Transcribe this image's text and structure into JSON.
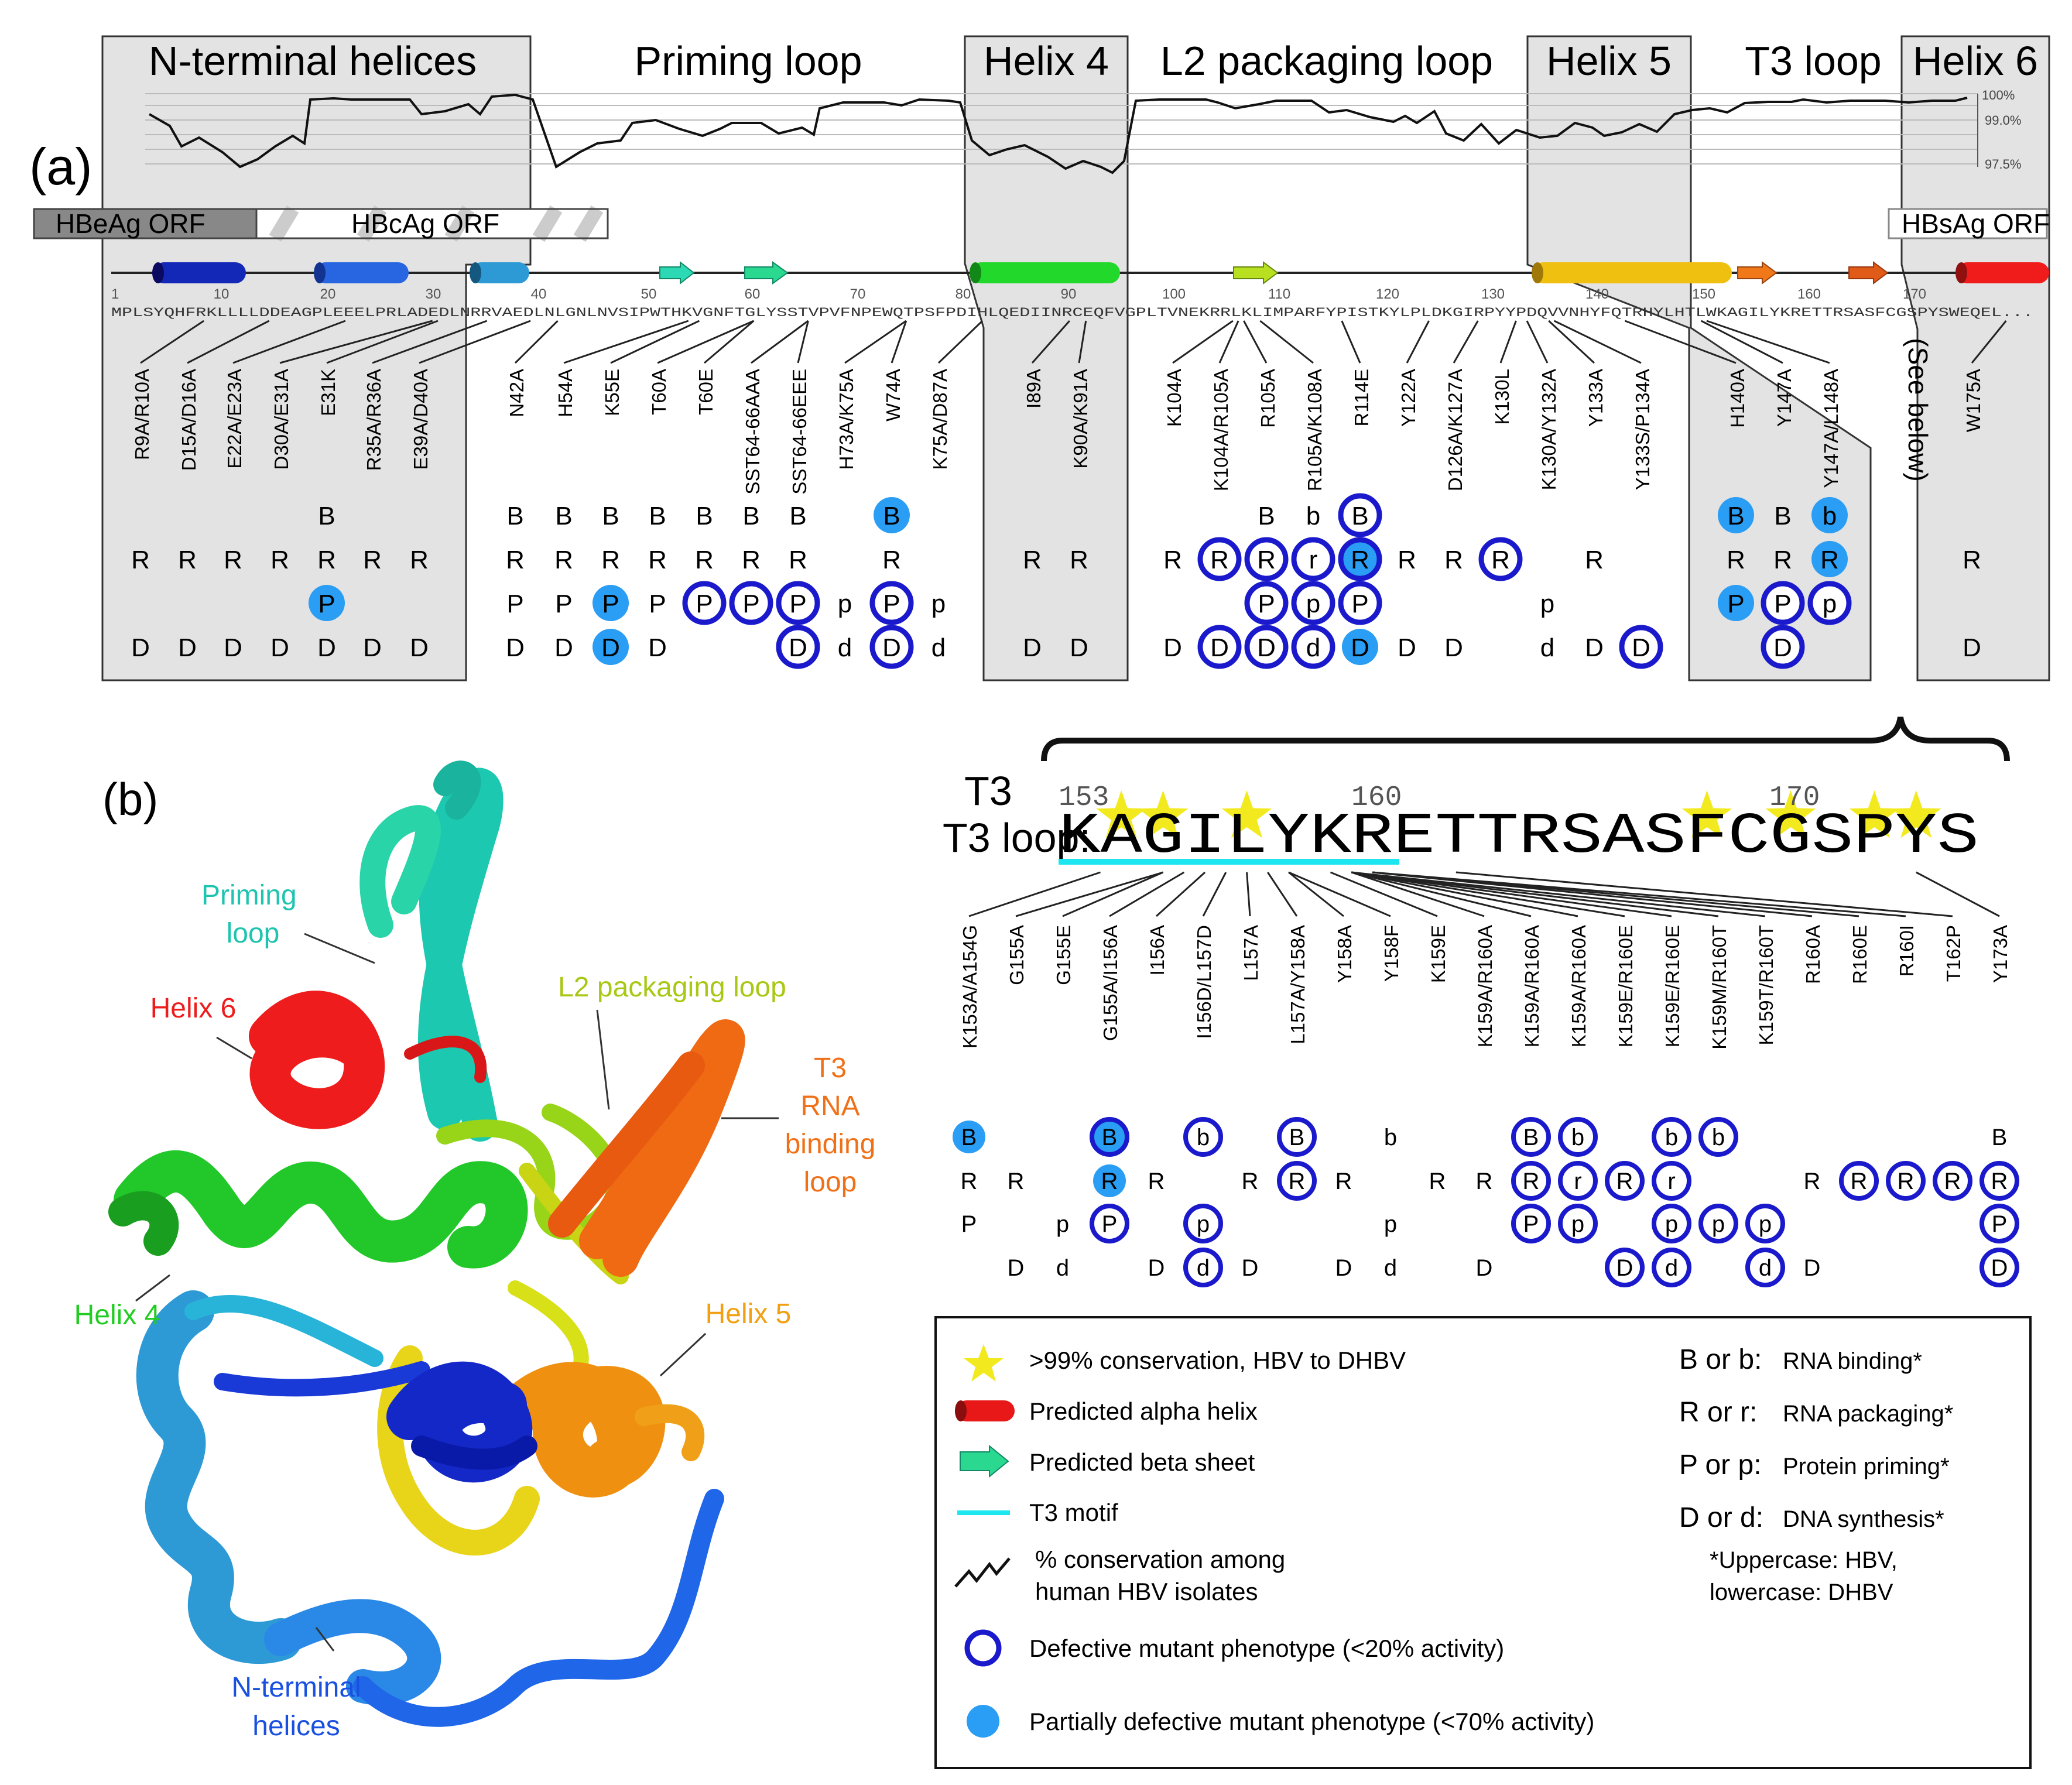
{
  "panel_a": {
    "label": "(a)",
    "regions": [
      {
        "name": "N-terminal helices",
        "shaded": true
      },
      {
        "name": "Priming loop",
        "shaded": false
      },
      {
        "name": "Helix 4",
        "shaded": true
      },
      {
        "name": "L2 packaging loop",
        "shaded": false
      },
      {
        "name": "Helix 5",
        "shaded": true
      },
      {
        "name": "T3 loop",
        "shaded": false
      },
      {
        "name": "Helix 6",
        "shaded": true
      }
    ],
    "conservation_axis": [
      "100%",
      "99.0%",
      "97.5%"
    ],
    "orfs": [
      "HBeAg ORF",
      "HBcAg ORF",
      "HBsAg ORF"
    ],
    "residue_ticks": [
      "1",
      "10",
      "20",
      "30",
      "40",
      "50",
      "60",
      "70",
      "80",
      "90",
      "100",
      "110",
      "120",
      "130",
      "140",
      "150",
      "160",
      "170"
    ],
    "sequence": "MPLSYQHFRKLLLLDDEAGPLEEELPRLADEDLNRRVAEDLNLGNLNVSIPWTHKVGNFTGLYSSTVPVFNPEWQTPSFPDIHLQEDIINRCEQFVGPLTVNEKRRLKLIMPARFYPISTKYLPLDKGIRPYYPDQVVNHYFQTRHYLHTLWKAGILYKRETTRSASFCGSPYSWEQEL...",
    "see_below": "(See below)",
    "mutants": [
      {
        "name": "R9A/R10A",
        "B": null,
        "R": "R",
        "P": null,
        "D": "D"
      },
      {
        "name": "D15A/D16A",
        "B": null,
        "R": "R",
        "P": null,
        "D": "D"
      },
      {
        "name": "E22A/E23A",
        "B": null,
        "R": "R",
        "P": null,
        "D": "D"
      },
      {
        "name": "D30A/E31A",
        "B": null,
        "R": "R",
        "P": null,
        "D": "D"
      },
      {
        "name": "E31K",
        "B": "B",
        "R": "R",
        "P": "P*partial",
        "D": "D"
      },
      {
        "name": "R35A/R36A",
        "B": null,
        "R": "R",
        "P": null,
        "D": "D"
      },
      {
        "name": "E39A/D40A",
        "B": null,
        "R": "R",
        "P": null,
        "D": "D"
      },
      {
        "name": "N42A",
        "B": "B",
        "R": "R",
        "P": "P",
        "D": "D"
      },
      {
        "name": "H54A",
        "B": "B",
        "R": "R",
        "P": "P",
        "D": "D"
      },
      {
        "name": "K55E",
        "B": "B",
        "R": "R",
        "P": "P*partial",
        "D": "D*partial"
      },
      {
        "name": "T60A",
        "B": "B",
        "R": "R",
        "P": "P",
        "D": "D"
      },
      {
        "name": "T60E",
        "B": "B",
        "R": "R",
        "P": "P*defective",
        "D": null
      },
      {
        "name": "SST64-66AAA",
        "B": "B",
        "R": "R",
        "P": "P*defective",
        "D": null
      },
      {
        "name": "SST64-66EEE",
        "B": "B",
        "R": "R",
        "P": "P*defective",
        "D": "D*defective"
      },
      {
        "name": "H73A/K75A",
        "B": null,
        "R": null,
        "P": "p",
        "D": "d"
      },
      {
        "name": "W74A",
        "B": "B*partial",
        "R": "R",
        "P": "P*defective",
        "D": "D*defective"
      },
      {
        "name": "K75A/D87A",
        "B": null,
        "R": null,
        "P": "p",
        "D": "d"
      },
      {
        "name": "I89A",
        "B": null,
        "R": "R",
        "P": null,
        "D": "D"
      },
      {
        "name": "K90A/K91A",
        "B": null,
        "R": "R",
        "P": null,
        "D": "D"
      },
      {
        "name": "K104A",
        "B": null,
        "R": "R",
        "P": null,
        "D": "D"
      },
      {
        "name": "K104A/R105A",
        "B": null,
        "R": "R*defective",
        "P": null,
        "D": "D*defective"
      },
      {
        "name": "R105A",
        "B": "B",
        "R": "R*defective",
        "P": "P*defective",
        "D": "D*defective"
      },
      {
        "name": "R105A/K108A",
        "B": "b",
        "R": "r*defective",
        "P": "p*defective",
        "D": "d*defective"
      },
      {
        "name": "R114E",
        "B": "B*defective",
        "R": "R*both",
        "P": "P*defective",
        "D": "D*partial"
      },
      {
        "name": "Y122A",
        "B": null,
        "R": "R",
        "P": null,
        "D": "D"
      },
      {
        "name": "D126A/K127A",
        "B": null,
        "R": "R",
        "P": null,
        "D": "D"
      },
      {
        "name": "K130L",
        "B": null,
        "R": "R*defective",
        "P": null,
        "D": null
      },
      {
        "name": "K130A/Y132A",
        "B": null,
        "R": null,
        "P": "p",
        "D": "d"
      },
      {
        "name": "Y133A",
        "B": null,
        "R": "R",
        "P": null,
        "D": "D"
      },
      {
        "name": "Y133S/P134A",
        "B": null,
        "R": null,
        "P": null,
        "D": "D*defective"
      },
      {
        "name": "H140A",
        "B": "B*partial",
        "R": "R",
        "P": "P*partial",
        "D": null
      },
      {
        "name": "Y147A",
        "B": "B",
        "R": "R",
        "P": "P*defective",
        "D": "D*defective"
      },
      {
        "name": "Y147A/L148A",
        "B": "b*partial",
        "R": "R*partial",
        "P": "p*defective",
        "D": null
      },
      {
        "name": "W175A",
        "B": null,
        "R": "R",
        "P": null,
        "D": "D"
      }
    ]
  },
  "panel_b": {
    "label": "(b)",
    "structure_labels": [
      {
        "text": "Priming loop",
        "color": "#1fc4b0"
      },
      {
        "text": "Helix 6",
        "color": "#ee1c1c"
      },
      {
        "text": "L2 packaging loop",
        "color": "#a8c814"
      },
      {
        "text": "T3 RNA binding loop",
        "color": "#f07018"
      },
      {
        "text": "Helix 4",
        "color": "#22cc22"
      },
      {
        "text": "Helix 5",
        "color": "#f0a010"
      },
      {
        "text": "N-terminal helices",
        "color": "#1a50e0"
      }
    ]
  },
  "t3": {
    "title": "T3 loop:",
    "numbers": [
      "153",
      "160",
      "170"
    ],
    "sequence": "KAGILYKRETTRSASFCGSPYS",
    "mutants": [
      {
        "name": "K153A/A154G",
        "B": "B*partial",
        "R": "R",
        "P": "P",
        "D": null
      },
      {
        "name": "G155A",
        "B": null,
        "R": "R",
        "P": null,
        "D": "D"
      },
      {
        "name": "G155E",
        "B": null,
        "R": null,
        "P": "p",
        "D": "d"
      },
      {
        "name": "G155A/I156A",
        "B": "B*both",
        "R": "R*partial",
        "P": "P*defective",
        "D": null
      },
      {
        "name": "I156A",
        "B": null,
        "R": "R",
        "P": null,
        "D": "D"
      },
      {
        "name": "I156D/L157D",
        "B": "b*defective",
        "R": null,
        "P": "p*defective",
        "D": "d*defective"
      },
      {
        "name": "L157A",
        "B": null,
        "R": "R",
        "P": null,
        "D": "D"
      },
      {
        "name": "L157A/Y158A",
        "B": "B*defective",
        "R": "R*defective",
        "P": null,
        "D": null
      },
      {
        "name": "Y158A",
        "B": null,
        "R": "R",
        "P": null,
        "D": "D"
      },
      {
        "name": "Y158F",
        "B": "b",
        "R": null,
        "P": "p",
        "D": "d"
      },
      {
        "name": "K159E",
        "B": null,
        "R": "R",
        "P": null,
        "D": null
      },
      {
        "name": "K159A/R160A",
        "B": null,
        "R": "R",
        "P": null,
        "D": "D"
      },
      {
        "name": "K159A/R160A",
        "B": "B*defective",
        "R": "R*defective",
        "P": "P*defective",
        "D": null
      },
      {
        "name": "K159A/R160A",
        "B": "b*defective",
        "R": "r*defective",
        "P": "p*defective",
        "D": null
      },
      {
        "name": "K159E/R160E",
        "B": null,
        "R": "R*defective",
        "P": null,
        "D": "D*defective"
      },
      {
        "name": "K159E/R160E",
        "B": "b*defective",
        "R": "r*defective",
        "P": "p*defective",
        "D": "d*defective"
      },
      {
        "name": "K159M/R160T",
        "B": "b*defective",
        "R": null,
        "P": "p*defective",
        "D": null
      },
      {
        "name": "K159T/R160T",
        "B": null,
        "R": null,
        "P": "p*defective",
        "D": "d*defective"
      },
      {
        "name": "R160A",
        "B": null,
        "R": "R",
        "P": null,
        "D": "D"
      },
      {
        "name": "R160E",
        "B": null,
        "R": "R*defective",
        "P": null,
        "D": null
      },
      {
        "name": "R160I",
        "B": null,
        "R": "R*defective",
        "P": null,
        "D": null
      },
      {
        "name": "T162P",
        "B": null,
        "R": "R*defective",
        "P": null,
        "D": null
      },
      {
        "name": "Y173A",
        "B": "B",
        "R": "R*defective",
        "P": "P*defective",
        "D": "D*defective"
      }
    ]
  },
  "legend": {
    "left": [
      {
        "icon": "star",
        "text": ">99% conservation, HBV to DHBV"
      },
      {
        "icon": "helix",
        "text": "Predicted alpha helix"
      },
      {
        "icon": "arrow",
        "text": "Predicted beta sheet"
      },
      {
        "icon": "line",
        "text": "T3 motif"
      },
      {
        "icon": "zigzag",
        "text": "% conservation among human HBV isolates"
      },
      {
        "icon": "ring",
        "text": "Defective mutant phenotype (<20% activity)"
      },
      {
        "icon": "disc",
        "text": "Partially defective mutant phenotype (<70% activity)"
      }
    ],
    "right": [
      {
        "key": "B or b:",
        "value": "RNA binding*"
      },
      {
        "key": "R or r:",
        "value": "RNA packaging*"
      },
      {
        "key": "P or p:",
        "value": "Protein priming*"
      },
      {
        "key": "D or d:",
        "value": "DNA synthesis*"
      }
    ],
    "footnote": "*Uppercase: HBV, lowercase: DHBV"
  },
  "colors": {
    "shade": "#e3e3e3",
    "defective_ring": "#1a1acc",
    "partial_fill": "#2a9df4",
    "star": "#f2ea1e",
    "t3_motif": "#1ee6f0"
  }
}
